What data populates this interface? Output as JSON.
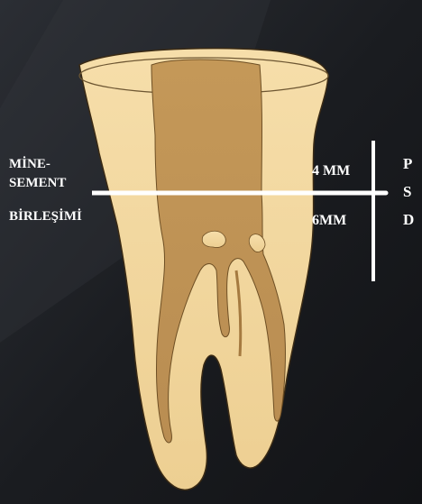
{
  "labels": {
    "cej_line1": "MİNE-",
    "cej_line2": "SEMENT",
    "cej_line3": "BİRLEŞİMİ",
    "upper_distance": "4 MM",
    "lower_distance": "6MM",
    "p": "P",
    "s": "S",
    "d": "D"
  },
  "colors": {
    "background": "#1c1e22",
    "tooth": "#f0d49a",
    "pulp": "#c79a5c",
    "outline": "#3a2a14",
    "marker": "#ffffff"
  }
}
